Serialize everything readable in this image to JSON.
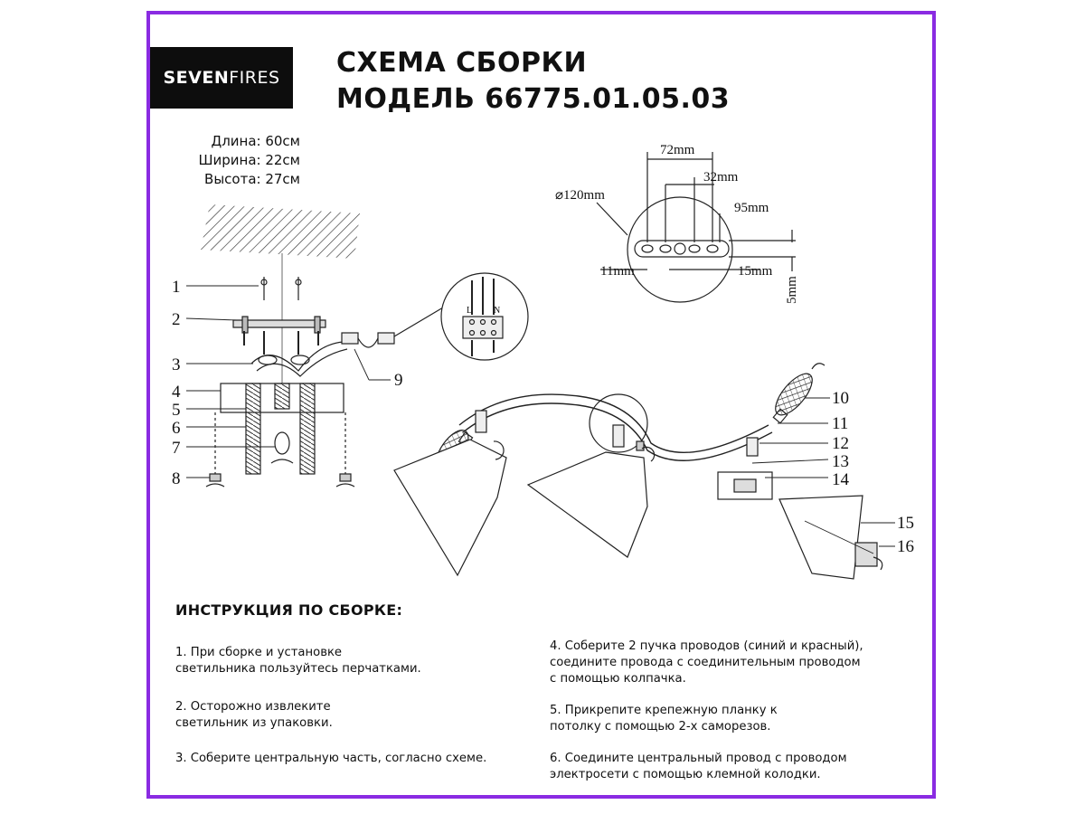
{
  "brand": {
    "bold": "SEVEN",
    "light": "FIRES"
  },
  "title": {
    "line1": "СХЕМА СБОРКИ",
    "line2": "МОДЕЛЬ 66775.01.05.03"
  },
  "dimensions": {
    "length": "Длина: 60см",
    "width": "Ширина: 22см",
    "height": "Высота: 27см"
  },
  "mount_plate": {
    "d120": "⌀120mm",
    "d72": "72mm",
    "d32": "32mm",
    "d95": "95mm",
    "d11": "11mm",
    "d15": "15mm",
    "d5": "5mm"
  },
  "terminal": {
    "L": "L",
    "N": "N"
  },
  "part_numbers": {
    "p1": "1",
    "p2": "2",
    "p3": "3",
    "p4": "4",
    "p5": "5",
    "p6": "6",
    "p7": "7",
    "p8": "8",
    "p9": "9",
    "p10": "10",
    "p11": "11",
    "p12": "12",
    "p13": "13",
    "p14": "14",
    "p15": "15",
    "p16": "16"
  },
  "instructions": {
    "heading": "ИНСТРУКЦИЯ ПО СБОРКЕ:",
    "step1": "1. При сборке и установке\nсветильника пользуйтесь перчатками.",
    "step2": "2. Осторожно извлеките\nсветильник из упаковки.",
    "step3": "3. Соберите центральную часть, согласно схеме.",
    "step4": "4. Соберите 2 пучка проводов (синий и красный),\nсоедините провода с соединительным проводом\nс помощью колпачка.",
    "step5": "5. Прикрепите крепежную планку к\nпотолку с помощью 2-х саморезов.",
    "step6": "6. Соедините центральный провод с проводом\nэлектросети с помощью клемной колодки."
  },
  "colors": {
    "frame": "#8a2be2",
    "logo_bg": "#0d0d0d"
  }
}
